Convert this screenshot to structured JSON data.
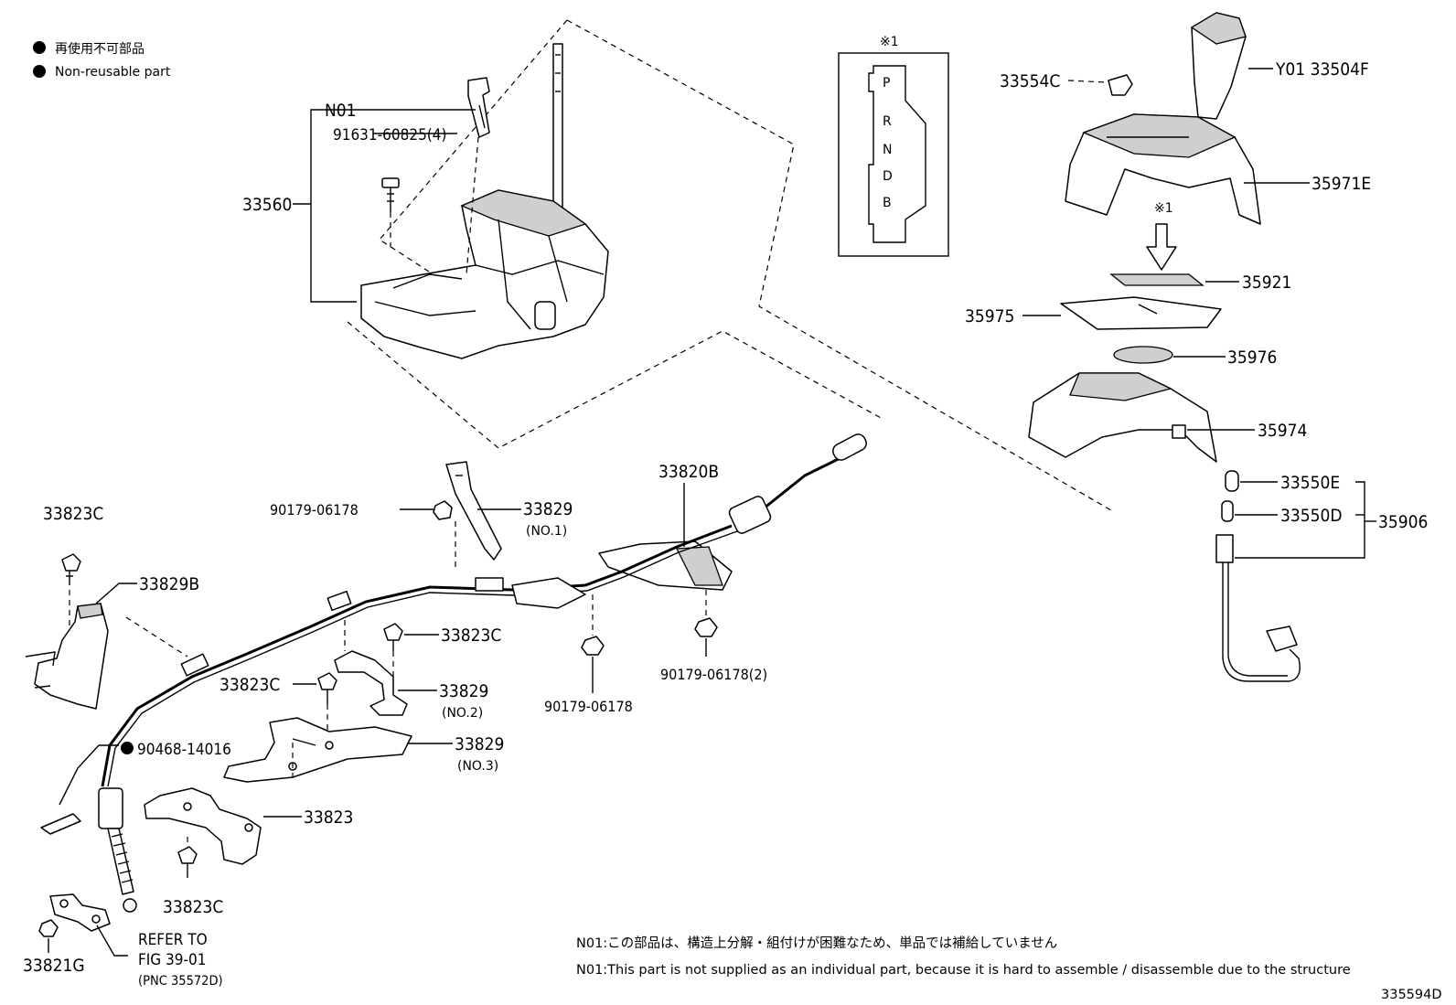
{
  "legend": {
    "dot_ja": "再使用不可部品",
    "dot_en": "Non-reusable part"
  },
  "labels": {
    "n01": "N01",
    "bolt_91631": "91631-60825(4)",
    "shift_lever_assy": "33560",
    "gate_mark": "※1",
    "gate_positions": [
      "P",
      "R",
      "N",
      "D",
      "B"
    ],
    "plug_33554c": "33554C",
    "knob": "Y01 33504F",
    "housing_35971e": "35971E",
    "arrow_mark": "※1",
    "plate_35921": "35921",
    "plate_35975": "35975",
    "plate_35976": "35976",
    "housing_35974": "35974",
    "bulb_33550e": "33550E",
    "bulb_33550d": "33550D",
    "lamp_35906": "35906",
    "cable_33820b": "33820B",
    "nut_90179_a": "90179-06178",
    "bracket_33829": "33829",
    "no1": "(NO.1)",
    "bolt_33823c_left": "33823C",
    "bracket_33829b": "33829B",
    "bolt_33823c_mid": "33823C",
    "bolt_33823c_mid2": "33823C",
    "bracket_33829_no2": "33829",
    "no2": "(NO.2)",
    "nut_90179_b": "90179-06178",
    "nut_90179_c": "90179-06178(2)",
    "clip_90468": "90468-14016",
    "bracket_33829_no3": "33829",
    "no3": "(NO.3)",
    "bracket_33823": "33823",
    "bolt_33823c_bottom": "33823C",
    "refer_to": "REFER TO",
    "fig": "FIG 39-01",
    "pnc": "(PNC 35572D)",
    "nut_33821g": "33821G"
  },
  "notes": {
    "n01_ja": "N01:この部品は、構造上分解・組付けが困難なため、単品では補給していません",
    "n01_en": "N01:This part is not supplied as an individual part, because it is hard to assemble / disassemble due to the structure"
  },
  "diagram_code": "335594D"
}
